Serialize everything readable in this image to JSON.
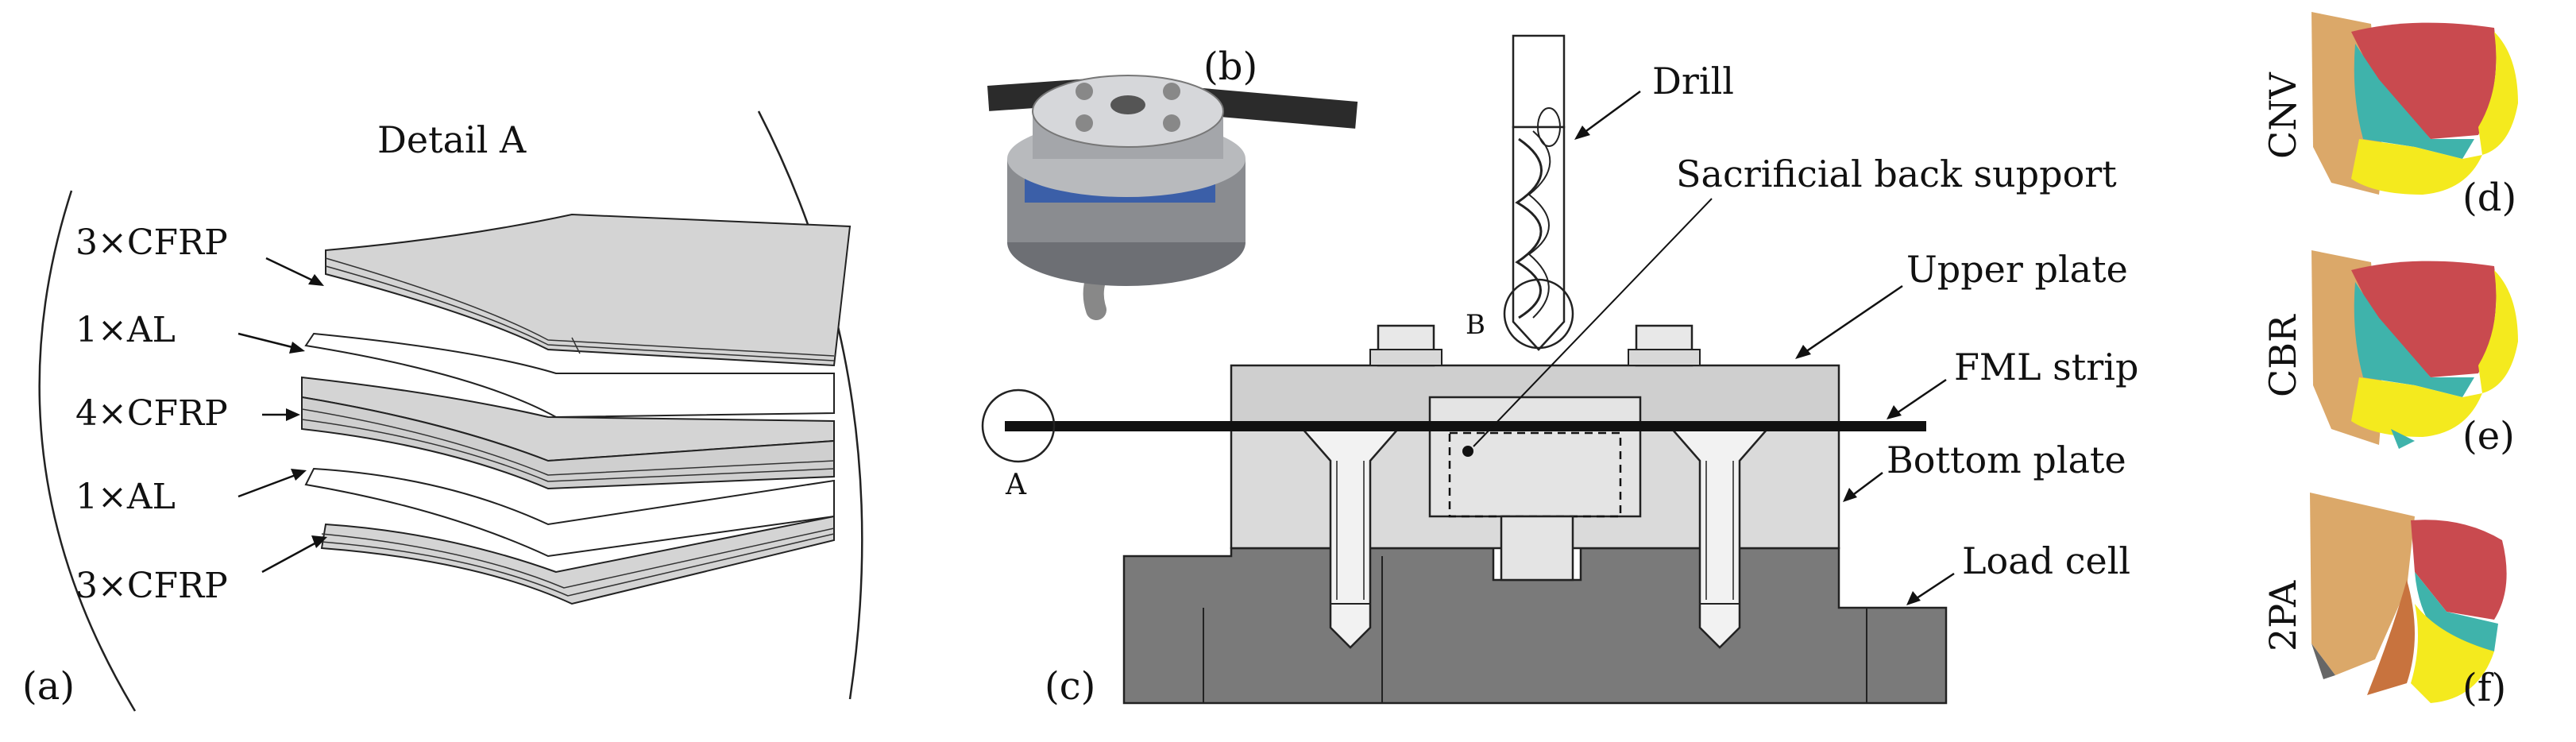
{
  "panel_a": {
    "panel_label": "(a)",
    "title": "Detail A",
    "layers": [
      "3×CFRP",
      "1×AL",
      "4×CFRP",
      "1×AL",
      "3×CFRP"
    ]
  },
  "panel_b": {
    "panel_label": "(b)"
  },
  "panel_c": {
    "panel_label": "(c)",
    "labels": {
      "drill": "Drill",
      "sacrificial": "Sacrificial back support",
      "upper_plate": "Upper plate",
      "fml_strip": "FML strip",
      "bottom_plate": "Bottom plate",
      "load_cell": "Load cell",
      "marker_a": "A",
      "marker_b": "B"
    }
  },
  "panel_d": {
    "panel_label": "(d)",
    "name": "CNV"
  },
  "panel_e": {
    "panel_label": "(e)",
    "name": "CBR"
  },
  "panel_f": {
    "panel_label": "(f)",
    "name": "2PA"
  },
  "colors": {
    "cfrp": "#d4d4d4",
    "aluminium": "#ffffff",
    "upper_plate": "#cfcfcf",
    "bottom_plate": "#dadada",
    "load_cell": "#7a7a7a",
    "drill_face_red": "#c94a4f",
    "drill_face_teal": "#3fb3ab",
    "drill_face_yellow": "#f4ea1e",
    "drill_body": "#dba869",
    "drill_copper": "#c8733e"
  }
}
